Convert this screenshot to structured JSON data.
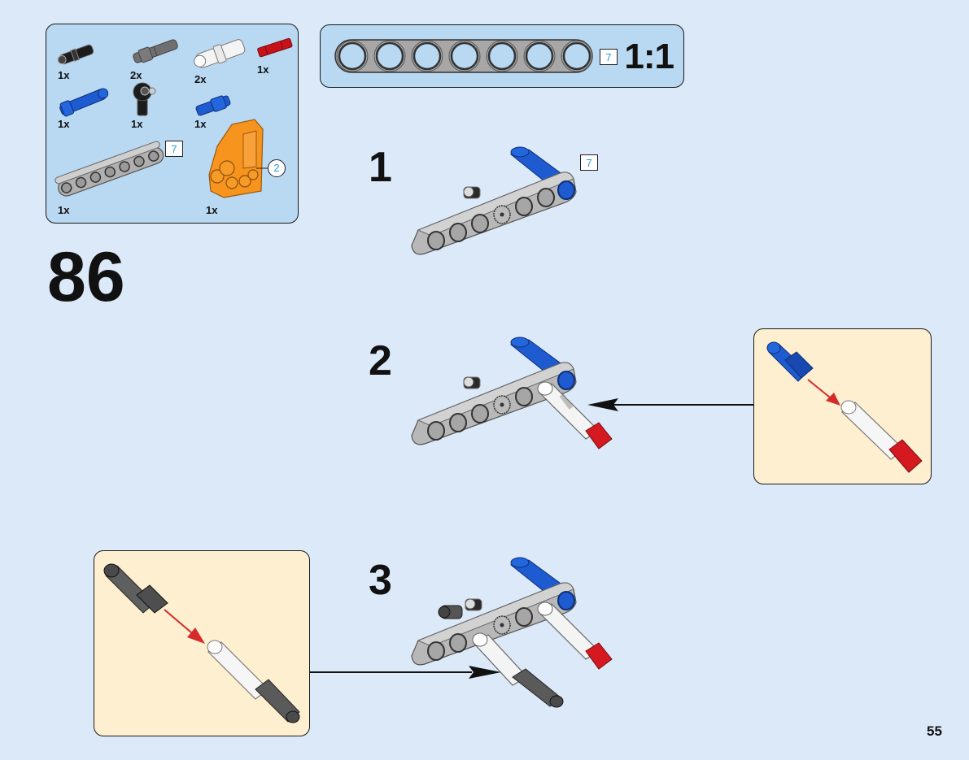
{
  "page": {
    "step_number": "86",
    "page_number": "55",
    "background_color": "#dce9f8",
    "panel_color": "#b9d8f2",
    "callout_color": "#fdefcf"
  },
  "parts_list": {
    "items": [
      {
        "name": "black-friction-pin",
        "quantity": "1x",
        "color": "#1c1c1c"
      },
      {
        "name": "dark-gray-axle-pin",
        "quantity": "2x",
        "color": "#6f6f6f"
      },
      {
        "name": "white-pin-connector",
        "quantity": "2x",
        "color": "#f2f2f2"
      },
      {
        "name": "red-axle",
        "quantity": "1x",
        "color": "#c8121a"
      },
      {
        "name": "blue-long-pin",
        "quantity": "1x",
        "color": "#1e5bd1"
      },
      {
        "name": "black-angle-connector",
        "quantity": "1x",
        "color": "#1c1c1c"
      },
      {
        "name": "blue-axle-pin",
        "quantity": "1x",
        "color": "#1e5bd1"
      },
      {
        "name": "gray-beam-7",
        "quantity": "1x",
        "color": "#a9a9a9",
        "length_label": "7"
      },
      {
        "name": "orange-panel",
        "quantity": "1x",
        "color": "#f7941d",
        "variant_label": "2"
      }
    ]
  },
  "scale_guide": {
    "beam_length": "7",
    "scale_label": "1:1"
  },
  "steps": [
    {
      "number": "1",
      "length_label": "7"
    },
    {
      "number": "2"
    },
    {
      "number": "3"
    }
  ]
}
